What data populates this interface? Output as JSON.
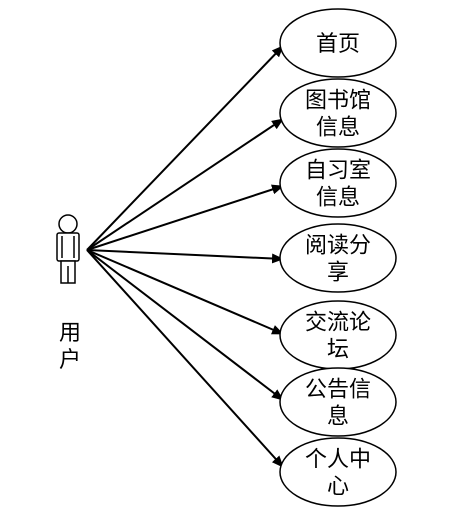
{
  "actor": {
    "label_line1": "用",
    "label_line2": "户"
  },
  "use_cases": [
    {
      "id": "home",
      "lines": [
        "首页"
      ]
    },
    {
      "id": "library-info",
      "lines": [
        "图书馆",
        "信息"
      ]
    },
    {
      "id": "study-room-info",
      "lines": [
        "自习室",
        "信息"
      ]
    },
    {
      "id": "reading-share",
      "lines": [
        "阅读分",
        "享"
      ]
    },
    {
      "id": "forum",
      "lines": [
        "交流论",
        "坛"
      ]
    },
    {
      "id": "announcement-info",
      "lines": [
        "公告信",
        "息"
      ]
    },
    {
      "id": "personal-center",
      "lines": [
        "个人中",
        "心"
      ]
    }
  ]
}
